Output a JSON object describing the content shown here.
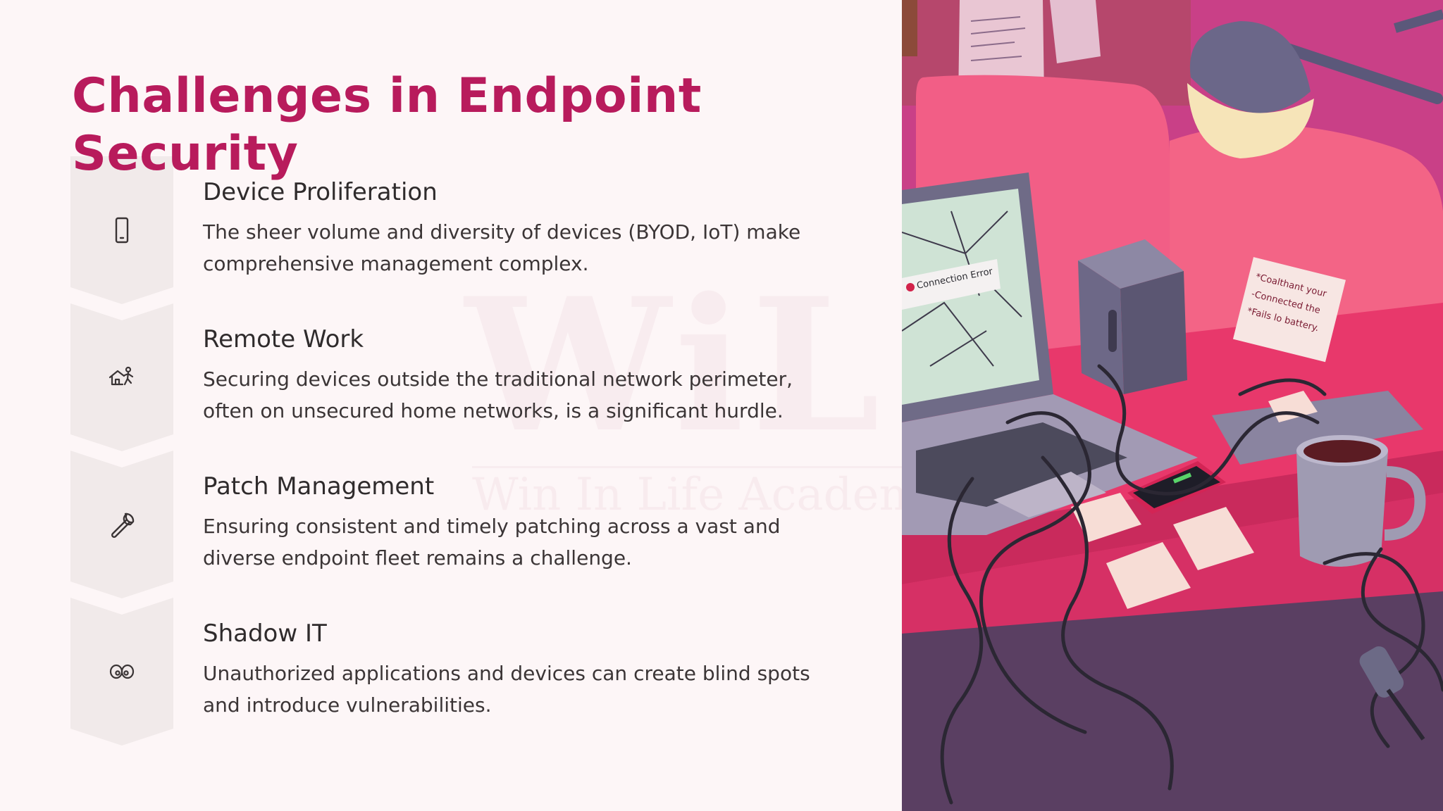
{
  "slide": {
    "title": "Challenges in Endpoint Security",
    "items": [
      {
        "icon": "smartphone-icon",
        "heading": "Device Proliferation",
        "description": "The sheer volume and diversity of devices (BYOD, IoT) make comprehensive management complex."
      },
      {
        "icon": "home-person-icon",
        "heading": "Remote Work",
        "description": "Securing devices outside the traditional network perimeter, often on unsecured home networks, is a significant hurdle."
      },
      {
        "icon": "wrench-icon",
        "heading": "Patch Management",
        "description": "Ensuring consistent and timely patching across a vast and diverse endpoint fleet remains a challenge."
      },
      {
        "icon": "shadow-eyes-icon",
        "heading": "Shadow IT",
        "description": "Unauthorized applications and devices can create blind spots and introduce vulnerabilities."
      }
    ]
  },
  "watermark": {
    "letters": "WiL",
    "tagline": "Win In Life Academy"
  },
  "illustration": {
    "error_popup": "Connection Error",
    "sticky_note_lines": [
      "*Coalthant your",
      "-Connected the",
      "*Fails lo battery."
    ]
  },
  "colors": {
    "accent": "#b81b5c",
    "background": "#fdf6f7",
    "chevron": "#f1eaea",
    "text": "#2f2b2c",
    "icon_stroke": "#3a3435"
  }
}
